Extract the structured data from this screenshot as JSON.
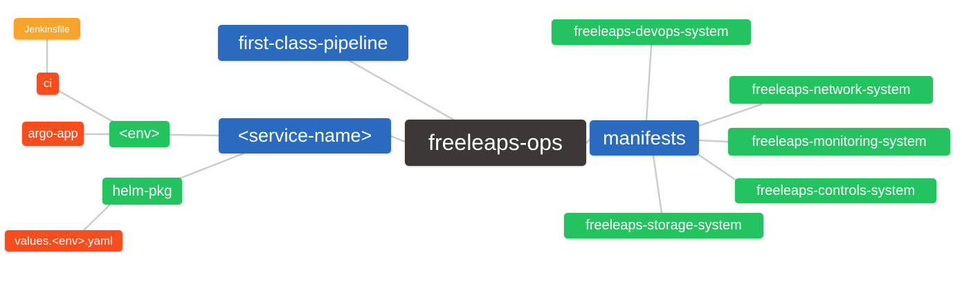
{
  "diagram": {
    "type": "mindmap",
    "root_label": "freeleaps-ops"
  },
  "colors": {
    "blue": "#2a6bc0",
    "green": "#23c35f",
    "orange": "#f8a42a",
    "red": "#fa4d1e",
    "dark": "#3c3836",
    "edge": "#cccccc",
    "bg": "#ffffff",
    "text": "#ffffff"
  },
  "nodes": {
    "root": {
      "label": "freeleaps-ops",
      "color": "dark"
    },
    "first_class_pipeline": {
      "label": "first-class-pipeline",
      "color": "blue"
    },
    "service_name": {
      "label": "<service-name>",
      "color": "blue"
    },
    "manifests": {
      "label": "manifests",
      "color": "blue"
    },
    "env": {
      "label": "<env>",
      "color": "green"
    },
    "helm_pkg": {
      "label": "helm-pkg",
      "color": "green"
    },
    "ci": {
      "label": "ci",
      "color": "red"
    },
    "argo_app": {
      "label": "argo-app",
      "color": "red"
    },
    "jenkinsfile": {
      "label": "Jenkinsfile",
      "color": "orange"
    },
    "values_yaml": {
      "label": "values.<env>.yaml",
      "color": "red"
    },
    "devops_system": {
      "label": "freeleaps-devops-system",
      "color": "green"
    },
    "network_system": {
      "label": "freeleaps-network-system",
      "color": "green"
    },
    "monitoring_system": {
      "label": "freeleaps-monitoring-system",
      "color": "green"
    },
    "controls_system": {
      "label": "freeleaps-controls-system",
      "color": "green"
    },
    "storage_system": {
      "label": "freeleaps-storage-system",
      "color": "green"
    }
  },
  "edges": [
    {
      "from": "jenkinsfile",
      "to": "ci"
    },
    {
      "from": "ci",
      "to": "env"
    },
    {
      "from": "argo_app",
      "to": "env"
    },
    {
      "from": "env",
      "to": "service_name"
    },
    {
      "from": "helm_pkg",
      "to": "service_name"
    },
    {
      "from": "values_yaml",
      "to": "helm_pkg"
    },
    {
      "from": "service_name",
      "to": "root"
    },
    {
      "from": "first_class_pipeline",
      "to": "root"
    },
    {
      "from": "root",
      "to": "manifests"
    },
    {
      "from": "manifests",
      "to": "devops_system"
    },
    {
      "from": "manifests",
      "to": "network_system"
    },
    {
      "from": "manifests",
      "to": "monitoring_system"
    },
    {
      "from": "manifests",
      "to": "controls_system"
    },
    {
      "from": "manifests",
      "to": "storage_system"
    }
  ]
}
